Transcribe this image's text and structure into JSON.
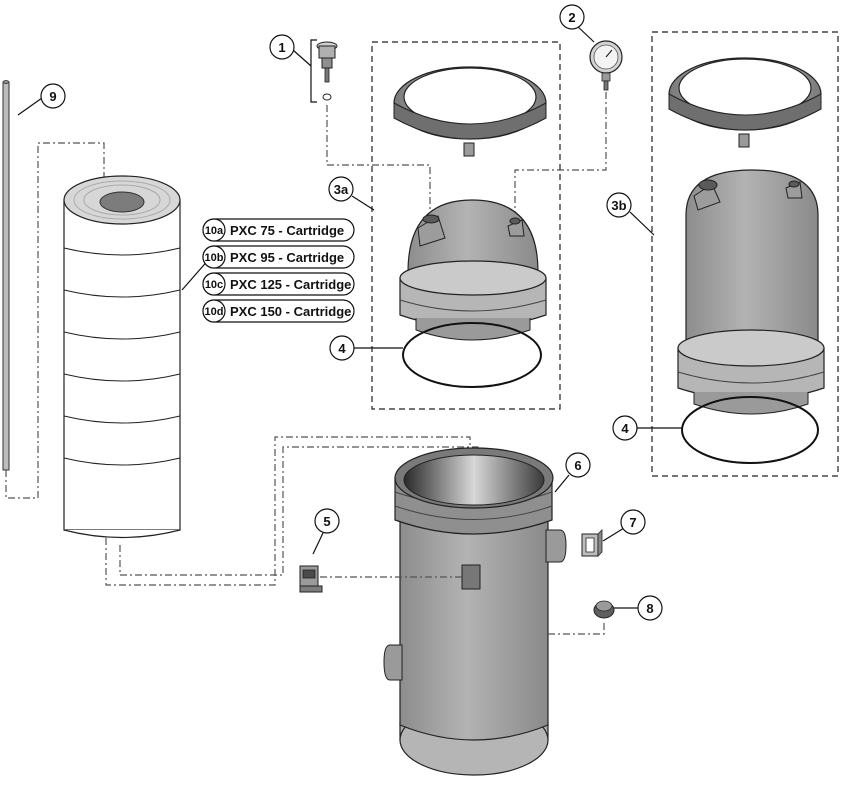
{
  "callouts": {
    "c1": "1",
    "c2": "2",
    "c3a": "3a",
    "c3b": "3b",
    "c4a": "4",
    "c4b": "4",
    "c5": "5",
    "c6": "6",
    "c7": "7",
    "c8": "8",
    "c9": "9"
  },
  "cartridges": [
    {
      "code": "10a",
      "label": "PXC 75 - Cartridge"
    },
    {
      "code": "10b",
      "label": "PXC 95 - Cartridge"
    },
    {
      "code": "10c",
      "label": "PXC 125 - Cartridge"
    },
    {
      "code": "10d",
      "label": "PXC 150 - Cartridge"
    }
  ],
  "colors": {
    "part_gray": "#a8a8a8",
    "part_dark": "#7e7e7e",
    "part_light": "#cfcfcf",
    "outline": "#111111",
    "cartridge_white": "#ffffff"
  }
}
